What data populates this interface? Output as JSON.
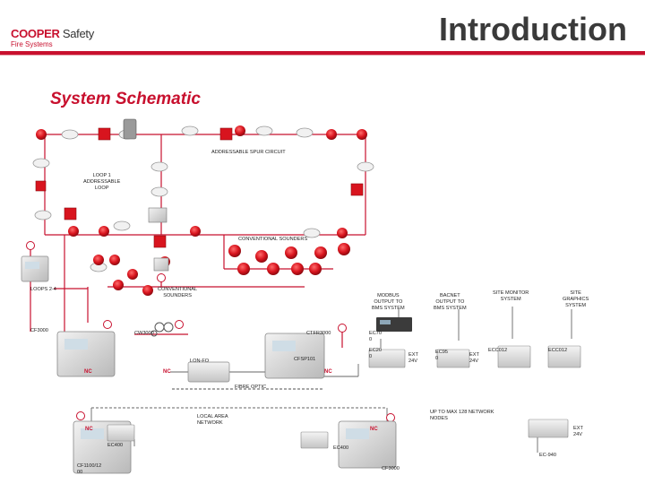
{
  "header": {
    "brand_bold": "COOPER",
    "brand_light": "Safety",
    "brand_sub": "Fire Systems",
    "title": "Introduction",
    "accent_color": "#c8102e"
  },
  "subtitle": "System Schematic",
  "labels": {
    "addressable_spur": "ADDRESSABLE SPUR CIRCUIT",
    "loop1": "LOOP 1\nADDRESSABLE\nLOOP",
    "conv_sounders_top": "CONVENTIONAL SOUNDERS",
    "loops24": "LOOPS 2-4",
    "conv_sounders_mid": "CONVENTIONAL\nSOUNDERS",
    "modbus": "MODBUS\nOUTPUT TO\nBMS SYSTEM",
    "bacnet": "BACNET\nOUTPUT TO\nBMS SYSTEM",
    "site_monitor": "SITE MONITOR\nSYSTEM",
    "site_graphics": "SITE\nGRAPHICS\nSYSTEM",
    "cf3000_left": "CF3000",
    "cw3000": "CW3000",
    "ctfr3000": "CTFR3000",
    "ec700": "EC70\n0",
    "ec200": "EC20\n0",
    "ext24_a": "EXT\n24V",
    "ec950": "EC95\n0",
    "ext24_b": "EXT\n24V",
    "ecc012_a": "ECC012",
    "ecc012_b": "ECC012",
    "lon_fo": "LON-FO",
    "cfsp101": "CFSP101",
    "fibre_optic": "FIBRE OPTIC",
    "lan": "LOCAL AREA\nNETWORK",
    "up_to_128": "UP TO MAX 128 NETWORK\nNODES",
    "ec400_left": "EC400",
    "ec400_mid": "EC400",
    "ext24_c": "EXT\n24V",
    "ec940": "EC-940",
    "cf1100": "CF1100/12\n00",
    "cf3000_bottom": "CF3000"
  }
}
